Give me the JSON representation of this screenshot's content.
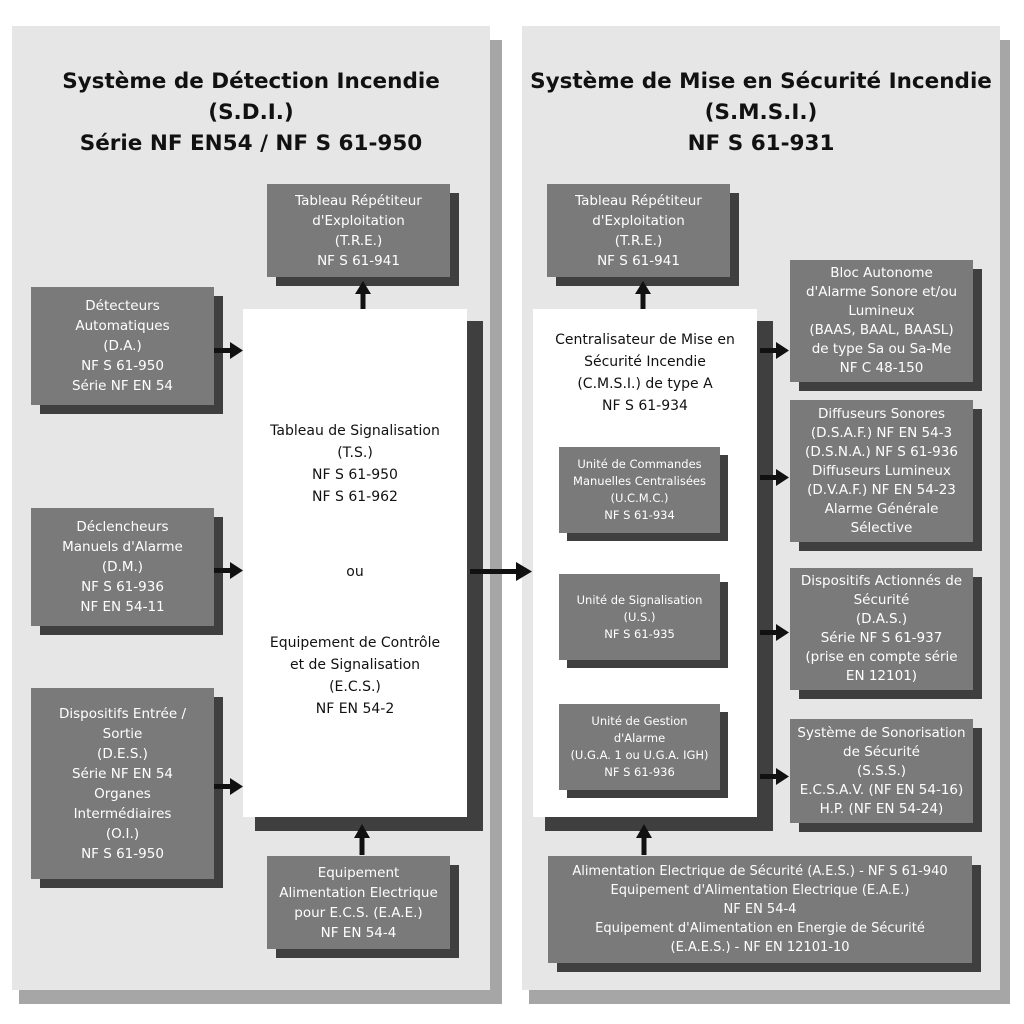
{
  "sdi": {
    "title": [
      "Système de Détection Incendie",
      "(S.D.I.)",
      "Série NF EN54 / NF S 61-950"
    ],
    "tre": [
      "Tableau Répétiteur",
      "d'Exploitation",
      "(T.R.E.)",
      "NF S 61-941"
    ],
    "da": [
      "Détecteurs",
      "Automatiques",
      "(D.A.)",
      "NF S 61-950",
      "Série NF EN 54"
    ],
    "dm": [
      "Déclencheurs",
      "Manuels d'Alarme",
      "(D.M.)",
      "NF S 61-936",
      "NF EN 54-11"
    ],
    "des": [
      "Dispositifs Entrée /",
      "Sortie",
      "(D.E.S.)",
      "Série NF EN 54",
      "Organes",
      "Intermédiaires",
      "(O.I.)",
      "NF S 61-950"
    ],
    "ts": [
      "Tableau de Signalisation",
      "(T.S.)",
      "NF S 61-950",
      "NF S 61-962"
    ],
    "or": "ou",
    "ecs": [
      "Equipement de Contrôle",
      "et de Signalisation",
      "(E.C.S.)",
      "NF EN 54-2"
    ],
    "eae": [
      "Equipement",
      "Alimentation Electrique",
      "pour E.C.S. (E.A.E.)",
      "NF EN 54-4"
    ]
  },
  "smsi": {
    "title": [
      "Système de Mise en Sécurité Incendie",
      "(S.M.S.I.)",
      "NF S 61-931"
    ],
    "tre": [
      "Tableau Répétiteur",
      "d'Exploitation",
      "(T.R.E.)",
      "NF S 61-941"
    ],
    "cmsi": [
      "Centralisateur de Mise en",
      "Sécurité Incendie",
      "(C.M.S.I.) de type A",
      "NF S 61-934"
    ],
    "ucmc": [
      "Unité de Commandes",
      "Manuelles Centralisées",
      "(U.C.M.C.)",
      "NF S 61-934"
    ],
    "us": [
      "Unité de Signalisation",
      "(U.S.)",
      "NF S 61-935"
    ],
    "uga": [
      "Unité de Gestion",
      "d'Alarme",
      "(U.G.A. 1 ou U.G.A. IGH)",
      "NF S 61-936"
    ],
    "baas": [
      "Bloc Autonome",
      "d'Alarme Sonore et/ou",
      "Lumineux",
      "(BAAS, BAAL, BAASL)",
      "de type Sa ou Sa-Me",
      "NF C 48-150"
    ],
    "diffuseurs": [
      "Diffuseurs Sonores",
      "(D.S.A.F.) NF EN 54-3",
      "(D.S.N.A.) NF S 61-936",
      "Diffuseurs Lumineux",
      "(D.V.A.F.) NF EN 54-23",
      "Alarme Générale",
      "Sélective"
    ],
    "das": [
      "Dispositifs Actionnés de",
      "Sécurité",
      "(D.A.S.)",
      "Série NF S 61-937",
      "(prise en compte série",
      "EN 12101)"
    ],
    "sss": [
      "Système de Sonorisation",
      "de Sécurité",
      "(S.S.S.)",
      "E.C.S.A.V. (NF EN 54-16)",
      "H.P. (NF EN 54-24)"
    ],
    "aes": [
      "Alimentation Electrique de Sécurité (A.E.S.) - NF S 61-940",
      "Equipement d'Alimentation Electrique (E.A.E.)",
      "NF EN 54-4",
      "Equipement d'Alimentation en Energie de Sécurité",
      "(E.A.E.S.) - NF EN 12101-10"
    ]
  },
  "colors": {
    "panel": "#e6e6e6",
    "panel_shadow": "#a6a6a6",
    "box": "#7a7a7a",
    "box_shadow": "#3f3f3f",
    "arrow": "#111111"
  }
}
